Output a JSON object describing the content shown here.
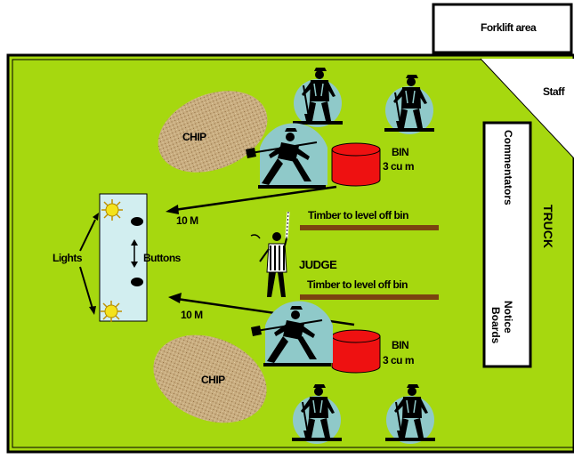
{
  "forklift_area": "Forklift area",
  "staff": "Staff",
  "truck": "TRUCK",
  "commentators": "Commentators",
  "notice_boards": [
    "Notice",
    "Boards"
  ],
  "lights": "Lights",
  "buttons": "Buttons",
  "judge": "JUDGE",
  "top": {
    "chip": "CHIP",
    "bin": [
      "BIN",
      "3 cu m"
    ],
    "distance": "10 M",
    "timber": "Timber to level off bin"
  },
  "bottom": {
    "chip": "CHIP",
    "bin": [
      "BIN",
      "3 cu m"
    ],
    "distance": "10 M",
    "timber": "Timber to level off bin"
  },
  "colors": {
    "field": "#a6d80f",
    "chip": "#c8ae82",
    "bin": "#ee1111",
    "timber": "#7a4410",
    "figure_bg": "#8fc9c9",
    "light_panel": "#d2eef0",
    "bulb": "#f4e21a"
  }
}
